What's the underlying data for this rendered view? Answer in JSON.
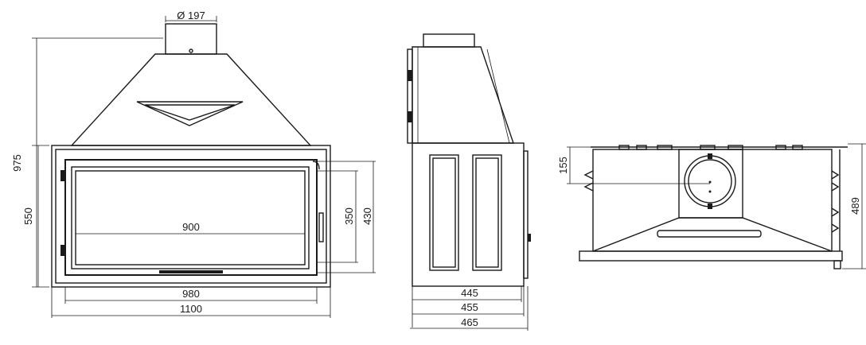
{
  "dimensions": {
    "front": {
      "flue_diameter": "Ø 197",
      "total_height": "975",
      "body_height": "550",
      "glass_height": "350",
      "door_height": "430",
      "glass_width": "900",
      "door_width": "980",
      "total_width": "1100"
    },
    "side": {
      "depth_1": "445",
      "depth_2": "455",
      "depth_3": "465"
    },
    "top": {
      "flue_offset": "155",
      "depth": "489"
    }
  }
}
